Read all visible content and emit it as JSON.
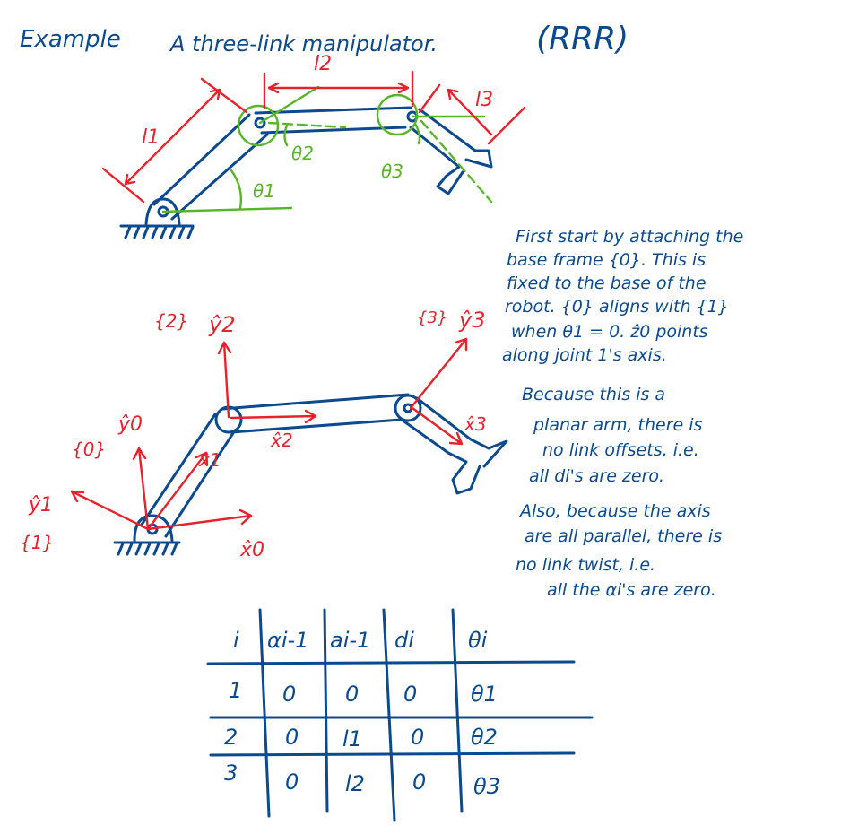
{
  "header": {
    "example_label": "Example",
    "title": "A three-link manipulator.",
    "type_label": "(RRR)"
  },
  "top_diagram": {
    "link_labels": [
      "l1",
      "l2",
      "l3"
    ],
    "angle_labels": [
      "θ1",
      "θ2",
      "θ3"
    ]
  },
  "frame_diagram": {
    "frames": [
      "{0}",
      "{1}",
      "{2}",
      "{3}"
    ],
    "axes": {
      "y0": "ŷ0",
      "x0": "x̂0",
      "y1": "ŷ1",
      "x1": "x̂1",
      "y2": "ŷ2",
      "x2": "x̂2",
      "y3": "ŷ3",
      "x3": "x̂3"
    }
  },
  "notes": {
    "para1": [
      "First start by attaching the",
      "base frame {0}. This is",
      "fixed to the base of the",
      "robot. {0} aligns with {1}",
      "when θ1 = 0.  ẑ0 points",
      "along joint 1's axis."
    ],
    "para2": [
      "Because this is a",
      "planar arm, there is",
      "no link offsets, i.e.",
      "all di's are zero."
    ],
    "para3": [
      "Also, because the axis",
      "are all parallel, there is",
      "no link twist, i.e.",
      "all the αi's are zero."
    ]
  },
  "dh_table": {
    "headers": [
      "i",
      "αi-1",
      "ai-1",
      "di",
      "θi"
    ],
    "rows": [
      [
        "1",
        "0",
        "0",
        "0",
        "θ1"
      ],
      [
        "2",
        "0",
        "l1",
        "0",
        "θ2"
      ],
      [
        "3",
        "0",
        "l2",
        "0",
        "θ3"
      ]
    ]
  },
  "colors": {
    "ink_blue": "#0b4a8f",
    "ink_red": "#e5232d",
    "ink_green": "#58b52a"
  }
}
